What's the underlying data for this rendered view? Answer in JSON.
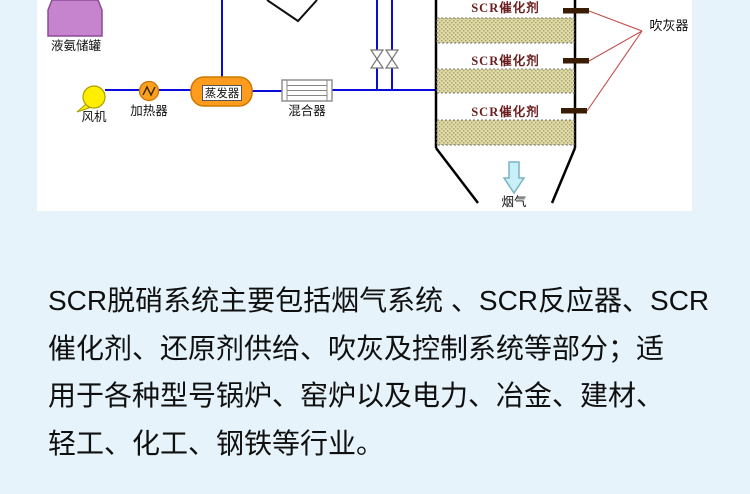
{
  "page": {
    "background_color": "#e6f3fa",
    "panel_background_color": "#ffffff"
  },
  "diagram": {
    "labels": {
      "ammonia_tank": "液氨储罐",
      "fan": "风机",
      "heater": "加热器",
      "evaporator": "蒸发器",
      "mixer": "混合器",
      "catalyst_layer_1": "SCR催化剂",
      "catalyst_layer_2": "SCR催化剂",
      "catalyst_layer_3": "SCR催化剂",
      "soot_blower": "吹灰器",
      "flue_gas": "烟气"
    },
    "colors": {
      "pipe_blue": "#0b0bdb",
      "tank_purple": "#c584cd",
      "tank_border_purple": "#8d4b96",
      "equipment_orange": "#ff9c1e",
      "fan_yellow": "#ffee00",
      "catalyst_khaki": "#ded9a6",
      "catalyst_label_maroon": "#6b1f1f",
      "soot_bar_brown": "#3a1d07",
      "pointer_red": "#c0504d",
      "arrow_cyan": "#c9eff8"
    }
  },
  "description": {
    "lines": [
      "SCR脱硝系统主要包括烟气系统 、SCR反应器、SCR",
      "催化剂、还原剂供给、吹灰及控制系统等部分；适",
      "用于各种型号锅炉、窑炉以及电力、冶金、建材、",
      "轻工、化工、钢铁等行业。"
    ]
  }
}
